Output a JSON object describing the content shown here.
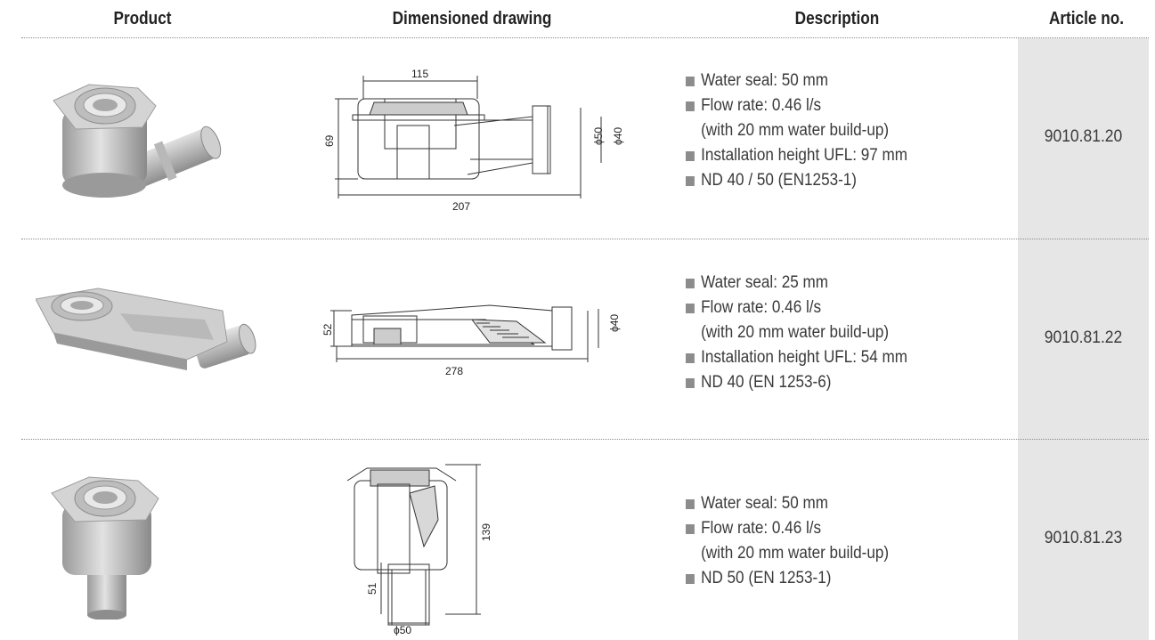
{
  "header": {
    "product": "Product",
    "drawing": "Dimensioned drawing",
    "description": "Description",
    "article": "Article no."
  },
  "rows": [
    {
      "article": "9010.81.20",
      "description": [
        "Water seal: 50 mm",
        "Flow rate: 0.46 l/s",
        "(with 20 mm water build-up)",
        "Installation height UFL: 97 mm",
        "ND 40 / 50 (EN1253-1)"
      ],
      "dims": {
        "top": "115",
        "left": "69",
        "bottom": "207",
        "d1": "ϕ50",
        "d2": "ϕ40"
      }
    },
    {
      "article": "9010.81.22",
      "description": [
        "Water seal: 25 mm",
        "Flow rate: 0.46 l/s",
        "(with 20 mm water build-up)",
        "Installation height UFL: 54 mm",
        "ND 40 (EN 1253-6)"
      ],
      "dims": {
        "left": "52",
        "bottom": "278",
        "d1": "ϕ40"
      }
    },
    {
      "article": "9010.81.23",
      "description": [
        "Water seal: 50 mm",
        "Flow rate: 0.46 l/s",
        "(with 20 mm water build-up)",
        "ND 50 (EN 1253-1)"
      ],
      "dims": {
        "right": "139",
        "left": "51",
        "bottom": "ϕ50"
      }
    }
  ]
}
